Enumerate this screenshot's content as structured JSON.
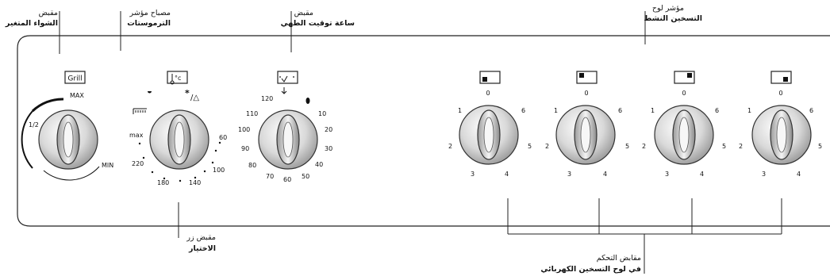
{
  "callouts": {
    "grill": {
      "line1": "مقبض",
      "line2": "الشواء المتغير"
    },
    "thermostat_lamp": {
      "line1": "مصباح مؤشر",
      "line2": "الترموستات"
    },
    "timer": {
      "line1": "مقبض",
      "line2": "ساعة توقيت الطهي"
    },
    "active_plate": {
      "line1": "مؤشر لوح",
      "line2": "التسخين النشط"
    },
    "selector": {
      "line1": "مقبض زر",
      "line2": "الاختيار"
    },
    "hob_controls": {
      "line1": "مقابض التحكم",
      "line2": "في لوح التسخين الكهربائي"
    }
  },
  "grill_knob": {
    "badge": "Grill",
    "max": "MAX",
    "half": "1/2",
    "min": "MIN"
  },
  "oven_knob": {
    "badge": "°c",
    "max": "max",
    "ticks": [
      "220",
      "180",
      "140",
      "100",
      "60"
    ]
  },
  "timer_knob": {
    "numbers": [
      "120",
      "110",
      "100",
      "90",
      "80",
      "70",
      "60",
      "50",
      "40",
      "30",
      "20",
      "10"
    ]
  },
  "hob_knobs": [
    {
      "zero": "0",
      "one": "1",
      "two": "2",
      "three": "3",
      "four": "4",
      "five": "5",
      "six": "6"
    },
    {
      "zero": "0",
      "one": "1",
      "two": "2",
      "three": "3",
      "four": "4",
      "five": "5",
      "six": "6"
    },
    {
      "zero": "0",
      "one": "1",
      "two": "2",
      "three": "3",
      "four": "4",
      "five": "5",
      "six": "6"
    },
    {
      "zero": "0",
      "one": "1",
      "two": "2",
      "three": "3",
      "four": "4",
      "five": "5",
      "six": "6"
    }
  ]
}
